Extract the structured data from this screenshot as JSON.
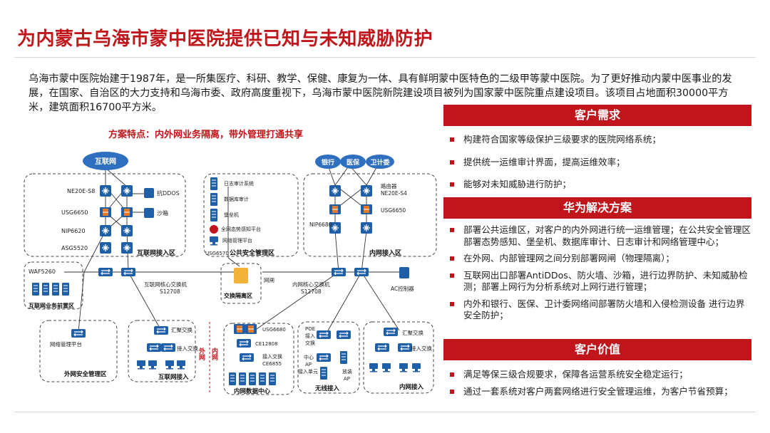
{
  "title": "为内蒙古乌海市蒙中医院提供已知与未知威胁防护",
  "intro": "乌海市蒙中医院始建于1987年，是一所集医疗、科研、教学、保健、康复为一体、具有鲜明蒙中医特色的二级甲等蒙中医院。为了更好推动内蒙中医事业的发展，在国家、自治区的大力支持和乌海市委、政府高度重视下，乌海市蒙中医院新院建设项目被列为国家蒙中医院重点建设项目。该项目占地面积30000平方米，建筑面积16700平方米。",
  "plan_feature": "方案特点：内外网业务隔离，带外管理打通共享",
  "diagram": {
    "internet": "互联网",
    "bank": "银行",
    "medical_insurance": "医保",
    "health_commission": "卫计委",
    "ne20e_s8": "NE20E-S8",
    "anti_ddos": "抗DDOS",
    "usg6650_left": "USG6650",
    "sandbox": "沙箱",
    "nip6620": "NIP6620",
    "asg5520": "ASG5520",
    "internet_access_zone": "互联网接入区",
    "log_audit": "日志审计系统",
    "db_audit": "数据库审计",
    "bastion": "堡垒机",
    "situation_awareness": "全网态势感知平台",
    "net_mgmt_platform_top": "网络管理平台",
    "usg6570": "USG6570",
    "public_security_zone": "公共安全管理区",
    "router": "路由器",
    "ne20e_s4": "NE20E-S4",
    "usg6650_right": "USG6650",
    "nip6680": "NIP6680",
    "intranet_access_zone": "内网接入区",
    "waf5260": "WAF5260",
    "internet_business_front": "互联网业务前置区",
    "internet_core_switch": "互联网核心交换机",
    "s12708_left": "S12708",
    "exchange_isolation": "交换隔离区",
    "gap": "网闸",
    "intranet_core_switch": "内网核心交换机",
    "s12708_right": "S12708",
    "ac_controller": "AC控制器",
    "net_mgmt_platform_bottom": "网络管理平台",
    "extranet_security_zone": "外网安全管理区",
    "aggregation_switch_left": "汇聚交换",
    "access_switch_left": "接入交换",
    "internet_access_bottom": "互联网接入",
    "extranet_label": "外网",
    "intranet_label": "内网",
    "usg6680": "USG6680",
    "ce12808": "CE12808",
    "access_switch_ce6855": "接入交换",
    "ce6855": "CE6855",
    "intranet_datacenter": "内网数据中心",
    "poe_access": "POE",
    "poe_access_2": "接入",
    "poe_access_3": "交换",
    "central_ap": "中心",
    "central_ap_2": "AP",
    "central_ap_3": "接入单元",
    "panel_ap": "放装",
    "panel_ap_2": "AP",
    "wireless_access": "无线接入",
    "aggregation_switch_right": "汇聚交换",
    "access_switch_right": "接入交换",
    "intranet_access_bottom": "内网接入"
  },
  "needs": {
    "header": "客户需求",
    "items": [
      "构建符合国家等级保护三级要求的医院网络系统；",
      "提供统一运维审计界面，提高运维效率；",
      "能够对未知威胁进行防护；"
    ]
  },
  "solution": {
    "header": "华为解决方案",
    "items": [
      "部署公共运维区，对客户的内外网进行统一运维管理；在公共安全管理区部署态势感知、堡垒机、数据库审计、日志审计和网络管理中心；",
      "在外网、内部管理网之间分别部署网闸（物理隔离）；",
      "互联网出口部署AntiDDos、防火墙、沙箱，进行边界防护、未知威胁检测；部署上网行为分析系统对上网行进行管理；",
      "内外和银行、医保、卫计委网络间部署防火墙和入侵检测设备 进行边界安全防护；"
    ]
  },
  "value": {
    "header": "客户价值",
    "items": [
      "满足等保三级合规要求，保障各运营系统安全稳定运行；",
      "通过一套系统对客户两套网络进行安全管理运维，为客户节省预算；"
    ]
  },
  "colors": {
    "brand_red": "#c0161b",
    "device_blue": "#1f5fa8",
    "cloud_blue": "#2f6fbf",
    "firewall_orange": "#e07a2c"
  }
}
